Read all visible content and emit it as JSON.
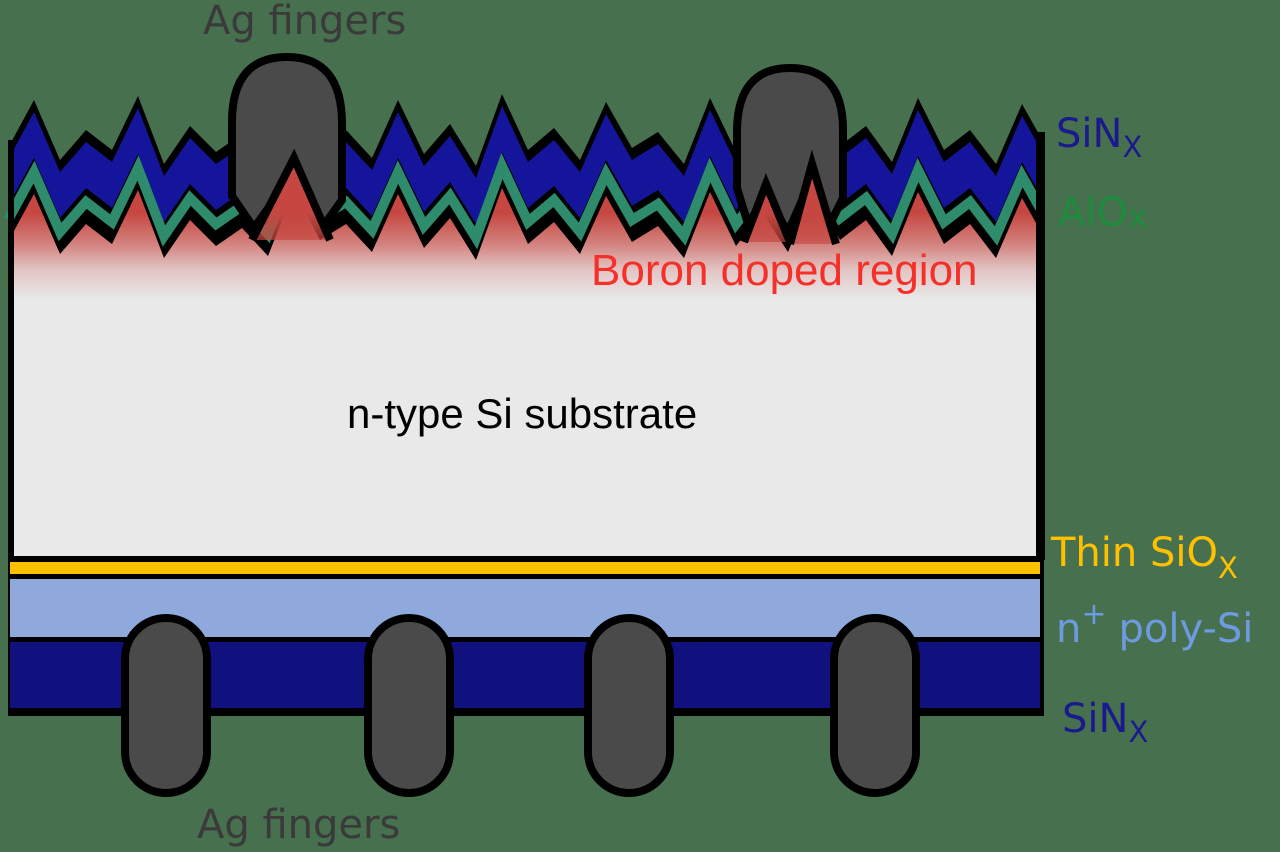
{
  "background": "#47704F",
  "colors": {
    "texture_sinx": "#15159B",
    "alox_layer": "#2E8B6B",
    "boron_red": "#C64741",
    "substrate": "#E9E9E9",
    "siox_gold": "#FFC000",
    "poly_si": "#8FA9DC",
    "bottom_sinx": "#10107E",
    "finger": "#4A4A4A",
    "outline": "#000000",
    "label_ag": "#3A3A3A",
    "label_sinx": "#1A1A8C",
    "label_alox": "#1E8C3C",
    "label_boron": "#F5302A",
    "label_siox": "#FFC000",
    "label_poly": "#6E9AE0",
    "label_substrate": "#000000"
  },
  "labels": {
    "ag_top": "Ag fingers",
    "ag_bottom": "Ag fingers",
    "sinx_top": {
      "base": "SiN",
      "sub": "X"
    },
    "alox": {
      "base": "AlO",
      "sub": "x"
    },
    "boron": "Boron doped region",
    "substrate": "n-type Si substrate",
    "thin_siox": {
      "base": "Thin SiO",
      "sub": "X"
    },
    "n_poly": {
      "base": "n",
      "sup": "+",
      "rest": "poly-Si"
    },
    "sinx_bottom": {
      "base": "SiN",
      "sub": "X"
    }
  }
}
